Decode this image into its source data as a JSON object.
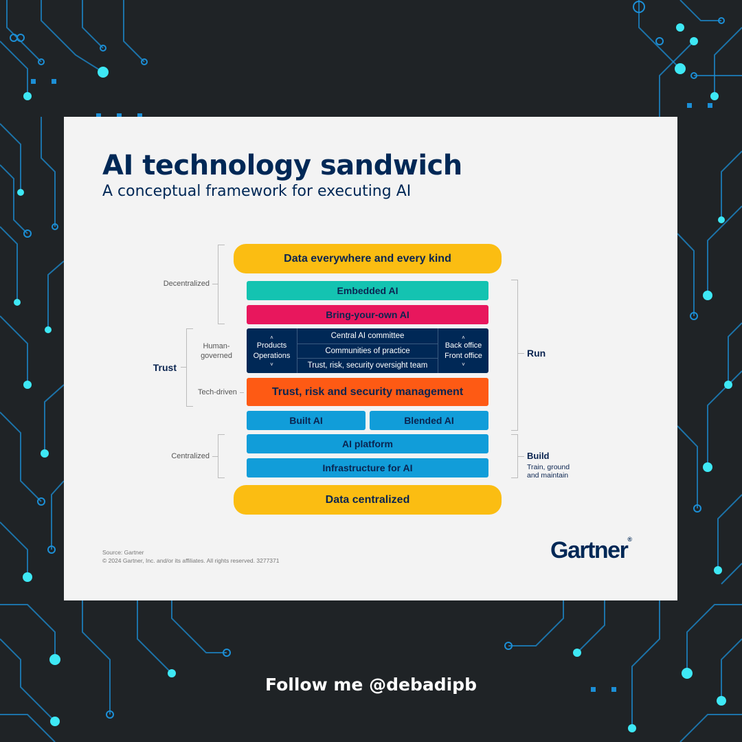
{
  "header": {
    "title": "AI technology sandwich",
    "subtitle": "A conceptual framework for executing AI"
  },
  "layers": {
    "data_top": "Data everywhere and every kind",
    "embedded": "Embedded AI",
    "byo": "Bring-your-own AI",
    "trism": "Trust, risk and security management",
    "built": "Built AI",
    "blended": "Blended AI",
    "platform": "AI platform",
    "infra": "Infrastructure for AI",
    "data_bottom": "Data centralized"
  },
  "governance": {
    "left": [
      "Products",
      "Operations"
    ],
    "rows": [
      "Central AI committee",
      "Communities of practice",
      "Trust, risk, security oversight team"
    ],
    "right": [
      "Back office",
      "Front office"
    ],
    "chevron_up": "˄",
    "chevron_down": "˅"
  },
  "labels": {
    "decentralized": "Decentralized",
    "trust": "Trust",
    "human_governed": [
      "Human-",
      "governed"
    ],
    "tech_driven": "Tech-driven",
    "centralized": "Centralized",
    "run": "Run",
    "build": "Build",
    "build_sub": [
      "Train, ground",
      "and maintain"
    ]
  },
  "footer": {
    "source": "Source: Gartner",
    "copyright": "© 2024 Gartner, Inc. and/or its affiliates. All rights reserved. 3277371",
    "logo": "Gartner",
    "logo_mark": "®"
  },
  "social": {
    "follow": "Follow me @debadipb"
  },
  "colors": {
    "background": "#1f2326",
    "circuit": "#1c8fd6",
    "circuit_glow": "#3ee8f5",
    "card": "#f3f3f3",
    "navy": "#002856",
    "yellow": "#fbbd12",
    "teal": "#14c3b1",
    "pink": "#e8175d",
    "orange": "#fe5a14",
    "blue": "#119dd9"
  }
}
